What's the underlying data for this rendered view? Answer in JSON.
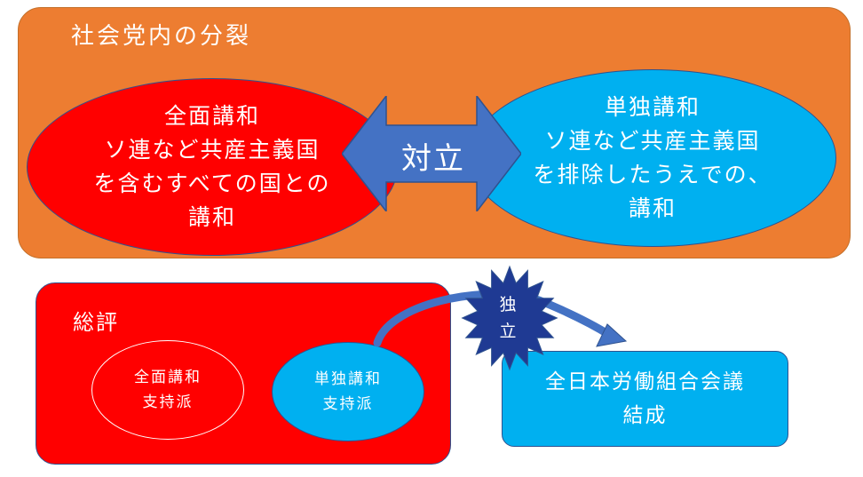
{
  "colors": {
    "orange": "#ed7d31",
    "red": "#ff0000",
    "cyan": "#00b0f0",
    "arrow_blue": "#4472c4",
    "burst_navy": "#1f3a93",
    "text": "#ffffff"
  },
  "top": {
    "title": "社会党内の分裂",
    "left_ellipse": {
      "lines": [
        "全面講和",
        "ソ連など共産主義国",
        "を含むすべての国との",
        "講和"
      ]
    },
    "conflict_label": "対立",
    "right_ellipse": {
      "lines": [
        "単独講和",
        "ソ連など共産主義国",
        "を排除したうえでの、",
        "講和"
      ]
    }
  },
  "bottom": {
    "title": "総評",
    "oval_a": {
      "lines": [
        "全面講和",
        "支持派"
      ]
    },
    "oval_b": {
      "lines": [
        "単独講和",
        "支持派"
      ]
    }
  },
  "burst": {
    "lines": [
      "独",
      "立"
    ]
  },
  "result_box": {
    "lines": [
      "全日本労働組合会議",
      "結成"
    ]
  }
}
